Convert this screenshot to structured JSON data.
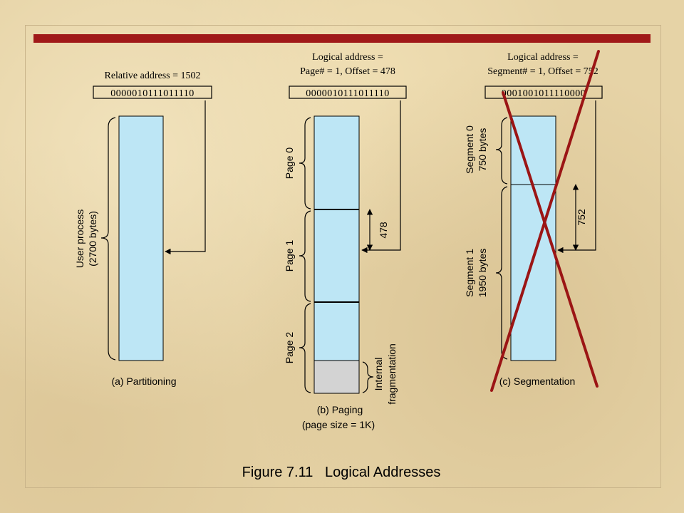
{
  "figure_title": "Figure 7.11   Logical Addresses",
  "partitioning": {
    "address_label": "Relative address = 1502",
    "address_bits": "0000010111011110",
    "process_label_line1": "User process",
    "process_label_line2": "(2700 bytes)",
    "caption": "(a) Partitioning"
  },
  "paging": {
    "address_label_line1": "Logical address =",
    "address_label_line2": "Page# = 1, Offset = 478",
    "address_bits": "0000010111011110",
    "pages": [
      "Page 0",
      "Page 1",
      "Page 2"
    ],
    "offset": "478",
    "fragment_line1": "Internal",
    "fragment_line2": "fragmentation",
    "caption_line1": "(b) Paging",
    "caption_line2": "(page size = 1K)"
  },
  "segmentation": {
    "address_label_line1": "Logical address =",
    "address_label_line2": "Segment# = 1, Offset = 752",
    "address_bits": "0001001011110000",
    "segment0_line1": "Segment 0",
    "segment0_line2": "750 bytes",
    "segment1_line1": "Segment 1",
    "segment1_line2": "1950 bytes",
    "offset": "752",
    "caption": "(c) Segmentation"
  },
  "colors": {
    "block_fill": "#bde6f5",
    "fragment_fill": "#d3d3d3",
    "accent_bar": "#a01919",
    "cross": "#9b1515"
  }
}
